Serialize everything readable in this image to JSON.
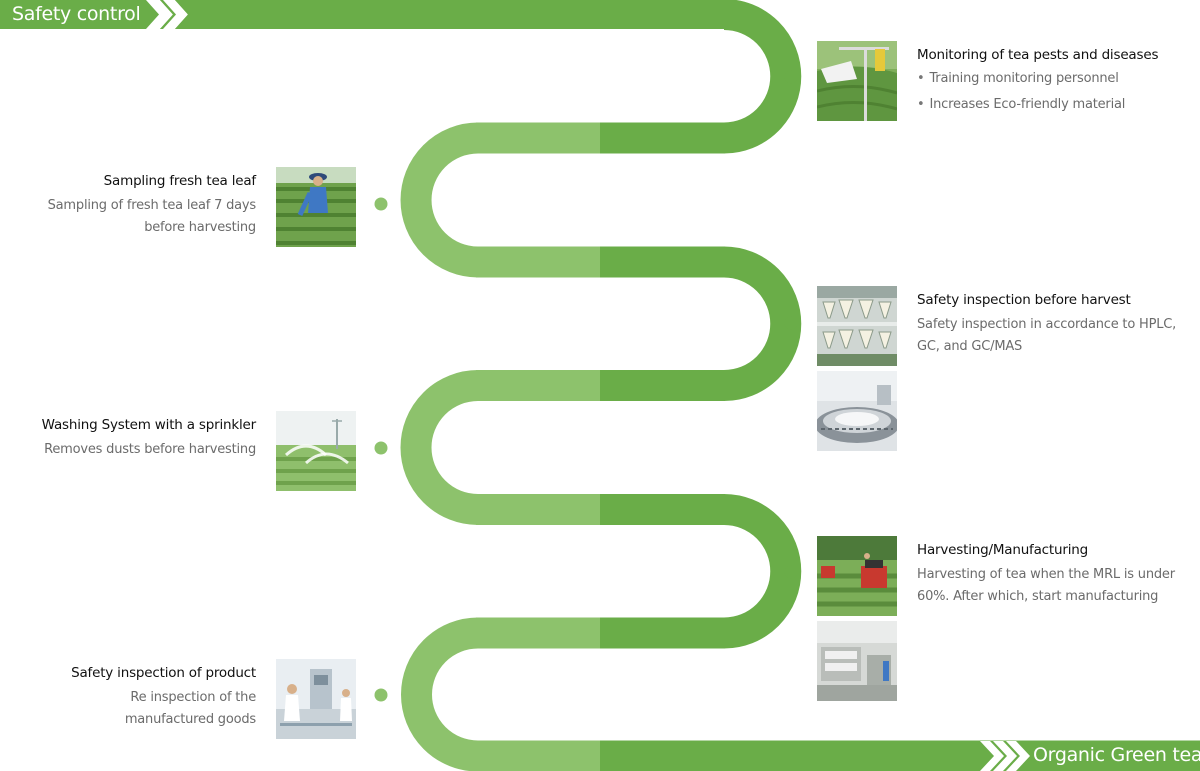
{
  "start_label": "Safety control",
  "end_label": "Organic Green tea",
  "colors": {
    "dark_green": "#6aad48",
    "light_green": "#8dc26c",
    "node_dot": "#6aad48",
    "title_text": "#111111",
    "desc_text": "#6b6b6b"
  },
  "steps": [
    {
      "side": "right",
      "title": "Monitoring of tea pests and diseases",
      "bullets": [
        "Training monitoring personnel",
        "Increases Eco-friendly material"
      ],
      "photos": [
        "pest-trap-photo"
      ]
    },
    {
      "side": "left",
      "title": "Sampling fresh tea leaf",
      "desc": "Sampling of fresh tea leaf 7 days before harvesting",
      "photos": [
        "tea-picker-photo"
      ]
    },
    {
      "side": "right",
      "title": "Safety inspection before harvest",
      "desc": "Safety inspection in accordance to HPLC, GC, and GC/MAS",
      "photos": [
        "lab-filters-photo",
        "lab-instrument-photo"
      ]
    },
    {
      "side": "left",
      "title": "Washing System with a sprinkler",
      "desc": "Removes dusts before harvesting",
      "photos": [
        "sprinkler-field-photo"
      ]
    },
    {
      "side": "right",
      "title": "Harvesting/Manufacturing",
      "desc": "Harvesting of tea when the MRL is under 60%. After which, start manufacturing",
      "photos": [
        "harvester-photo",
        "factory-photo"
      ]
    },
    {
      "side": "left",
      "title": "Safety inspection of product",
      "desc": "Re inspection of the manufactured goods",
      "photos": [
        "lab-worker-photo"
      ]
    }
  ]
}
